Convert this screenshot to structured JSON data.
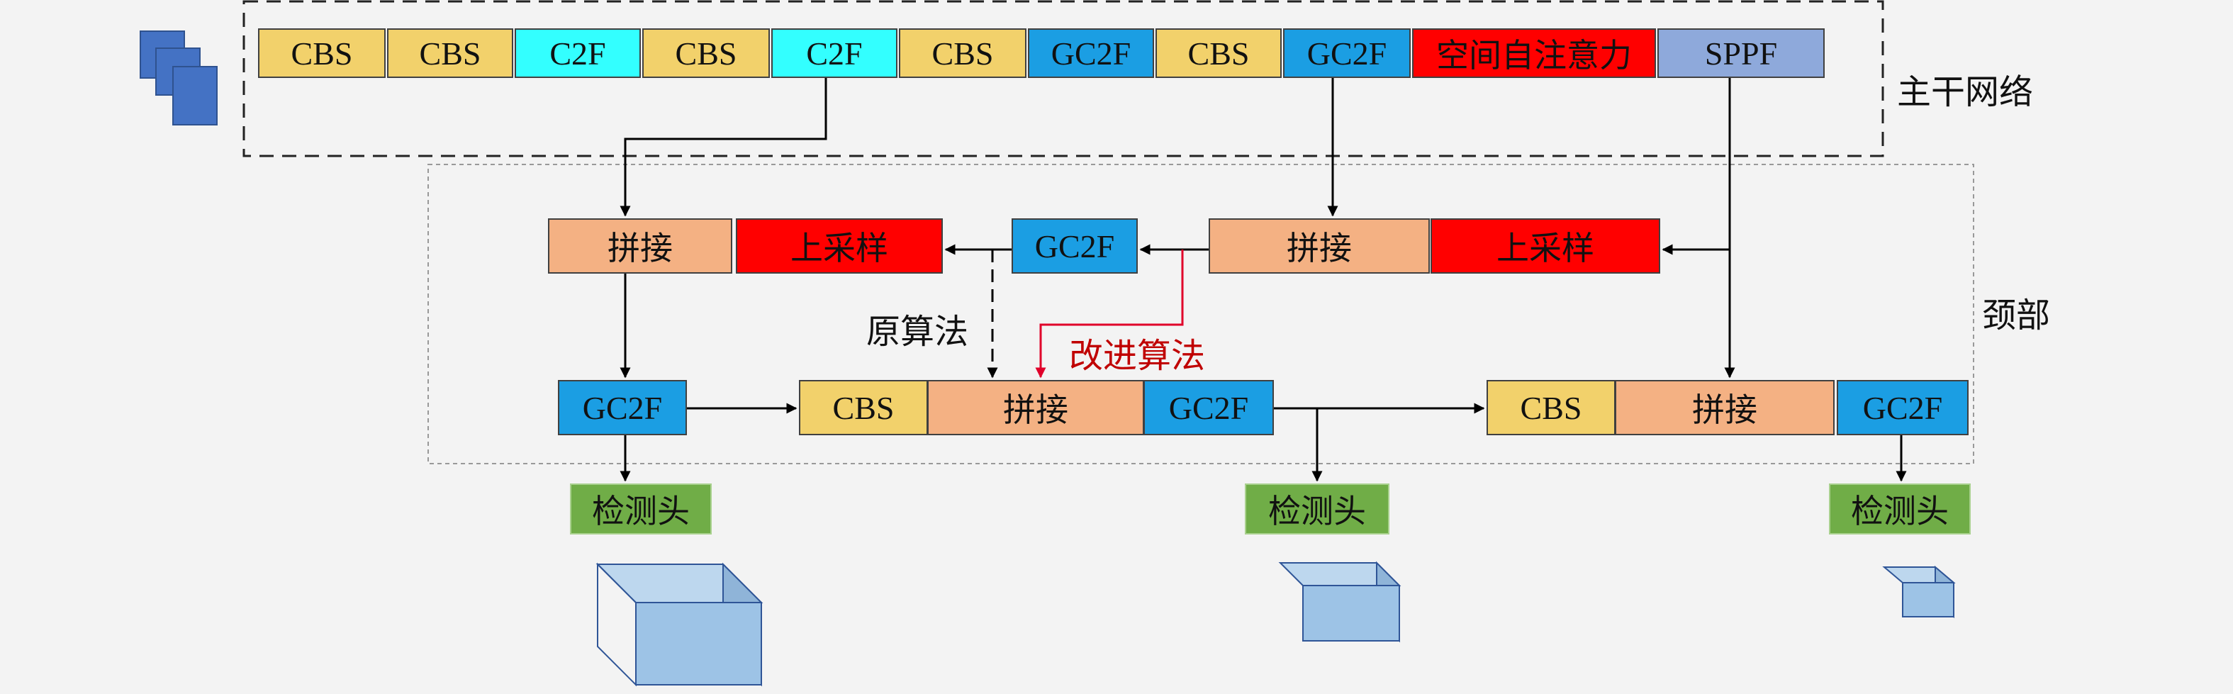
{
  "colors": {
    "cbs": "#f2d16b",
    "c2f": "#33ffff",
    "gc2f": "#1b9ee3",
    "attention": "#ff0000",
    "sppf": "#8ea9db",
    "concat": "#f4b183",
    "upsample": "#ff0000",
    "head": "#70ad47",
    "cube": "#9dc3e6",
    "improved_arrow": "#e0002a"
  },
  "backbone": {
    "label": "主干网络",
    "blocks": [
      "CBS",
      "CBS",
      "C2F",
      "CBS",
      "C2F",
      "CBS",
      "GC2F",
      "CBS",
      "GC2F",
      "空间自注意力",
      "SPPF"
    ]
  },
  "neck": {
    "label": "颈部",
    "row1": {
      "concat_left": "拼接",
      "upsample_left": "上采样",
      "gc2f": "GC2F",
      "concat_right": "拼接",
      "upsample_right": "上采样"
    },
    "row2": {
      "gc2f_left": "GC2F",
      "cbs_mid": "CBS",
      "concat_mid": "拼接",
      "gc2f_mid": "GC2F",
      "cbs_right": "CBS",
      "concat_right": "拼接",
      "gc2f_right": "GC2F"
    }
  },
  "annotations": {
    "original": "原算法",
    "improved": "改进算法"
  },
  "heads": [
    "检测头",
    "检测头",
    "检测头"
  ]
}
